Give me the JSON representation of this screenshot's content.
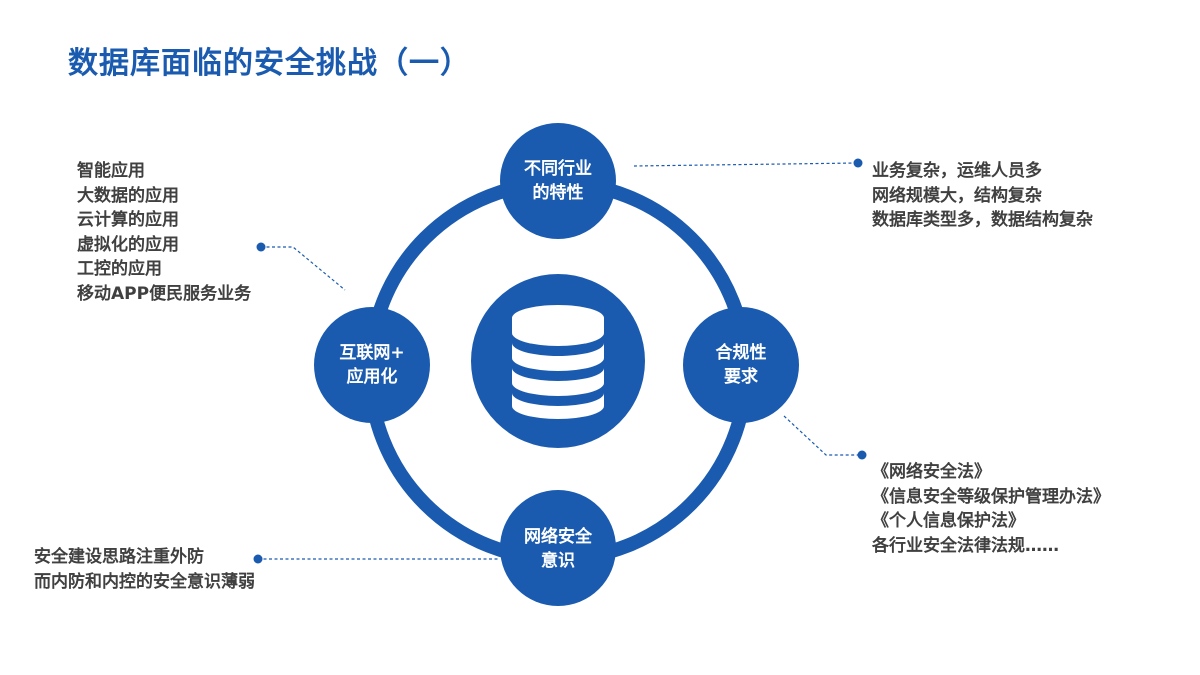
{
  "title": "数据库面临的安全挑战（一）",
  "colors": {
    "primary": "#1a5bb0",
    "text": "#404040"
  },
  "hub": {
    "icon": "database-icon"
  },
  "nodes": {
    "top": {
      "line1": "不同行业",
      "line2": "的特性"
    },
    "right": {
      "line1": "合规性",
      "line2": "要求"
    },
    "bottom": {
      "line1": "网络安全",
      "line2": "意识"
    },
    "left": {
      "line1": "互联网+",
      "line2": "应用化"
    }
  },
  "notes": {
    "internet": [
      "智能应用",
      "大数据的应用",
      "云计算的应用",
      "虚拟化的应用",
      "工控的应用",
      "移动APP便民服务业务"
    ],
    "industry": [
      "业务复杂，运维人员多",
      "网络规模大，结构复杂",
      "数据库类型多，数据结构复杂"
    ],
    "compliance": [
      "《网络安全法》",
      "《信息安全等级保护管理办法》",
      "《个人信息保护法》",
      "各行业安全法律法规……"
    ],
    "awareness": [
      "安全建设思路注重外防",
      "而内防和内控的安全意识薄弱"
    ]
  }
}
